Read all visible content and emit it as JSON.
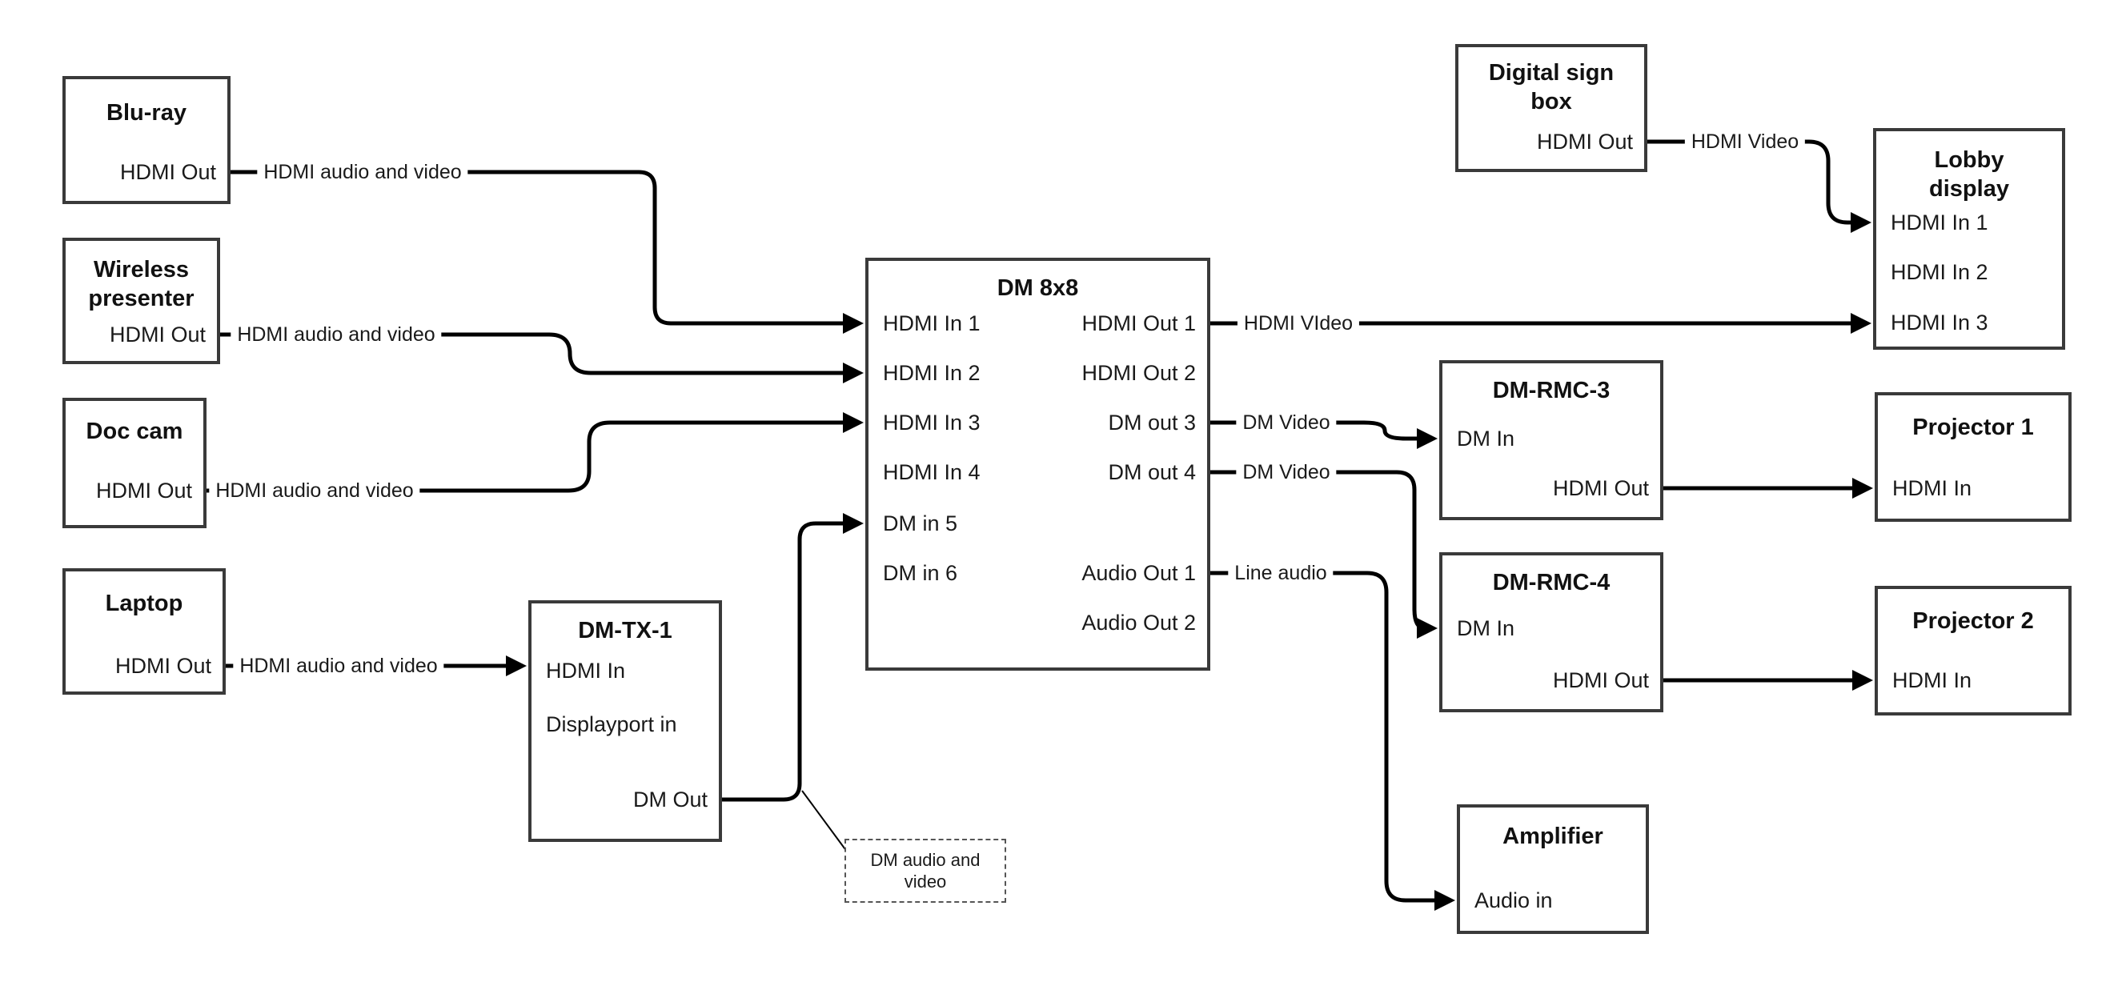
{
  "boxes": {
    "bluray": {
      "title": "Blu-ray",
      "port": "HDMI Out"
    },
    "wireless": {
      "title": "Wireless presenter",
      "port": "HDMI Out"
    },
    "doccam": {
      "title": "Doc cam",
      "port": "HDMI Out"
    },
    "laptop": {
      "title": "Laptop",
      "port": "HDMI Out"
    },
    "dmtx1": {
      "title": "DM-TX-1",
      "ports": [
        "HDMI In",
        "Displayport in",
        "DM Out"
      ]
    },
    "dm8x8": {
      "title": "DM 8x8",
      "inputs": [
        "HDMI In 1",
        "HDMI In 2",
        "HDMI In 3",
        "HDMI In 4",
        "DM in 5",
        "DM in 6"
      ],
      "outputs": [
        "HDMI Out 1",
        "HDMI Out 2",
        "DM out 3",
        "DM out 4",
        "Audio Out 1",
        "Audio Out 2"
      ]
    },
    "digitalsign": {
      "title": "Digital sign box",
      "port": "HDMI Out"
    },
    "lobby": {
      "title": "Lobby display",
      "ports": [
        "HDMI In 1",
        "HDMI In 2",
        "HDMI In 3"
      ]
    },
    "rmc3": {
      "title": "DM-RMC-3",
      "ports": [
        "DM In",
        "HDMI Out"
      ]
    },
    "rmc4": {
      "title": "DM-RMC-4",
      "ports": [
        "DM In",
        "HDMI Out"
      ]
    },
    "proj1": {
      "title": "Projector 1",
      "port": "HDMI In"
    },
    "proj2": {
      "title": "Projector 2",
      "port": "HDMI In"
    },
    "amp": {
      "title": "Amplifier",
      "port": "Audio in"
    }
  },
  "wire_labels": {
    "bluray": "HDMI audio and video",
    "wireless": "HDMI audio and video",
    "doccam": "HDMI audio and video",
    "laptop": "HDMI audio and video",
    "hdmi_out1": "HDMI VIdeo",
    "dm_out3": "DM Video",
    "dm_out4": "DM Video",
    "audio_out1": "Line audio",
    "digitalsign": "HDMI Video",
    "callout": "DM audio and video"
  },
  "colors": {
    "wire": "#000000",
    "box_border": "#3a3a3a",
    "text": "#1a1a1a",
    "background": "#ffffff"
  }
}
